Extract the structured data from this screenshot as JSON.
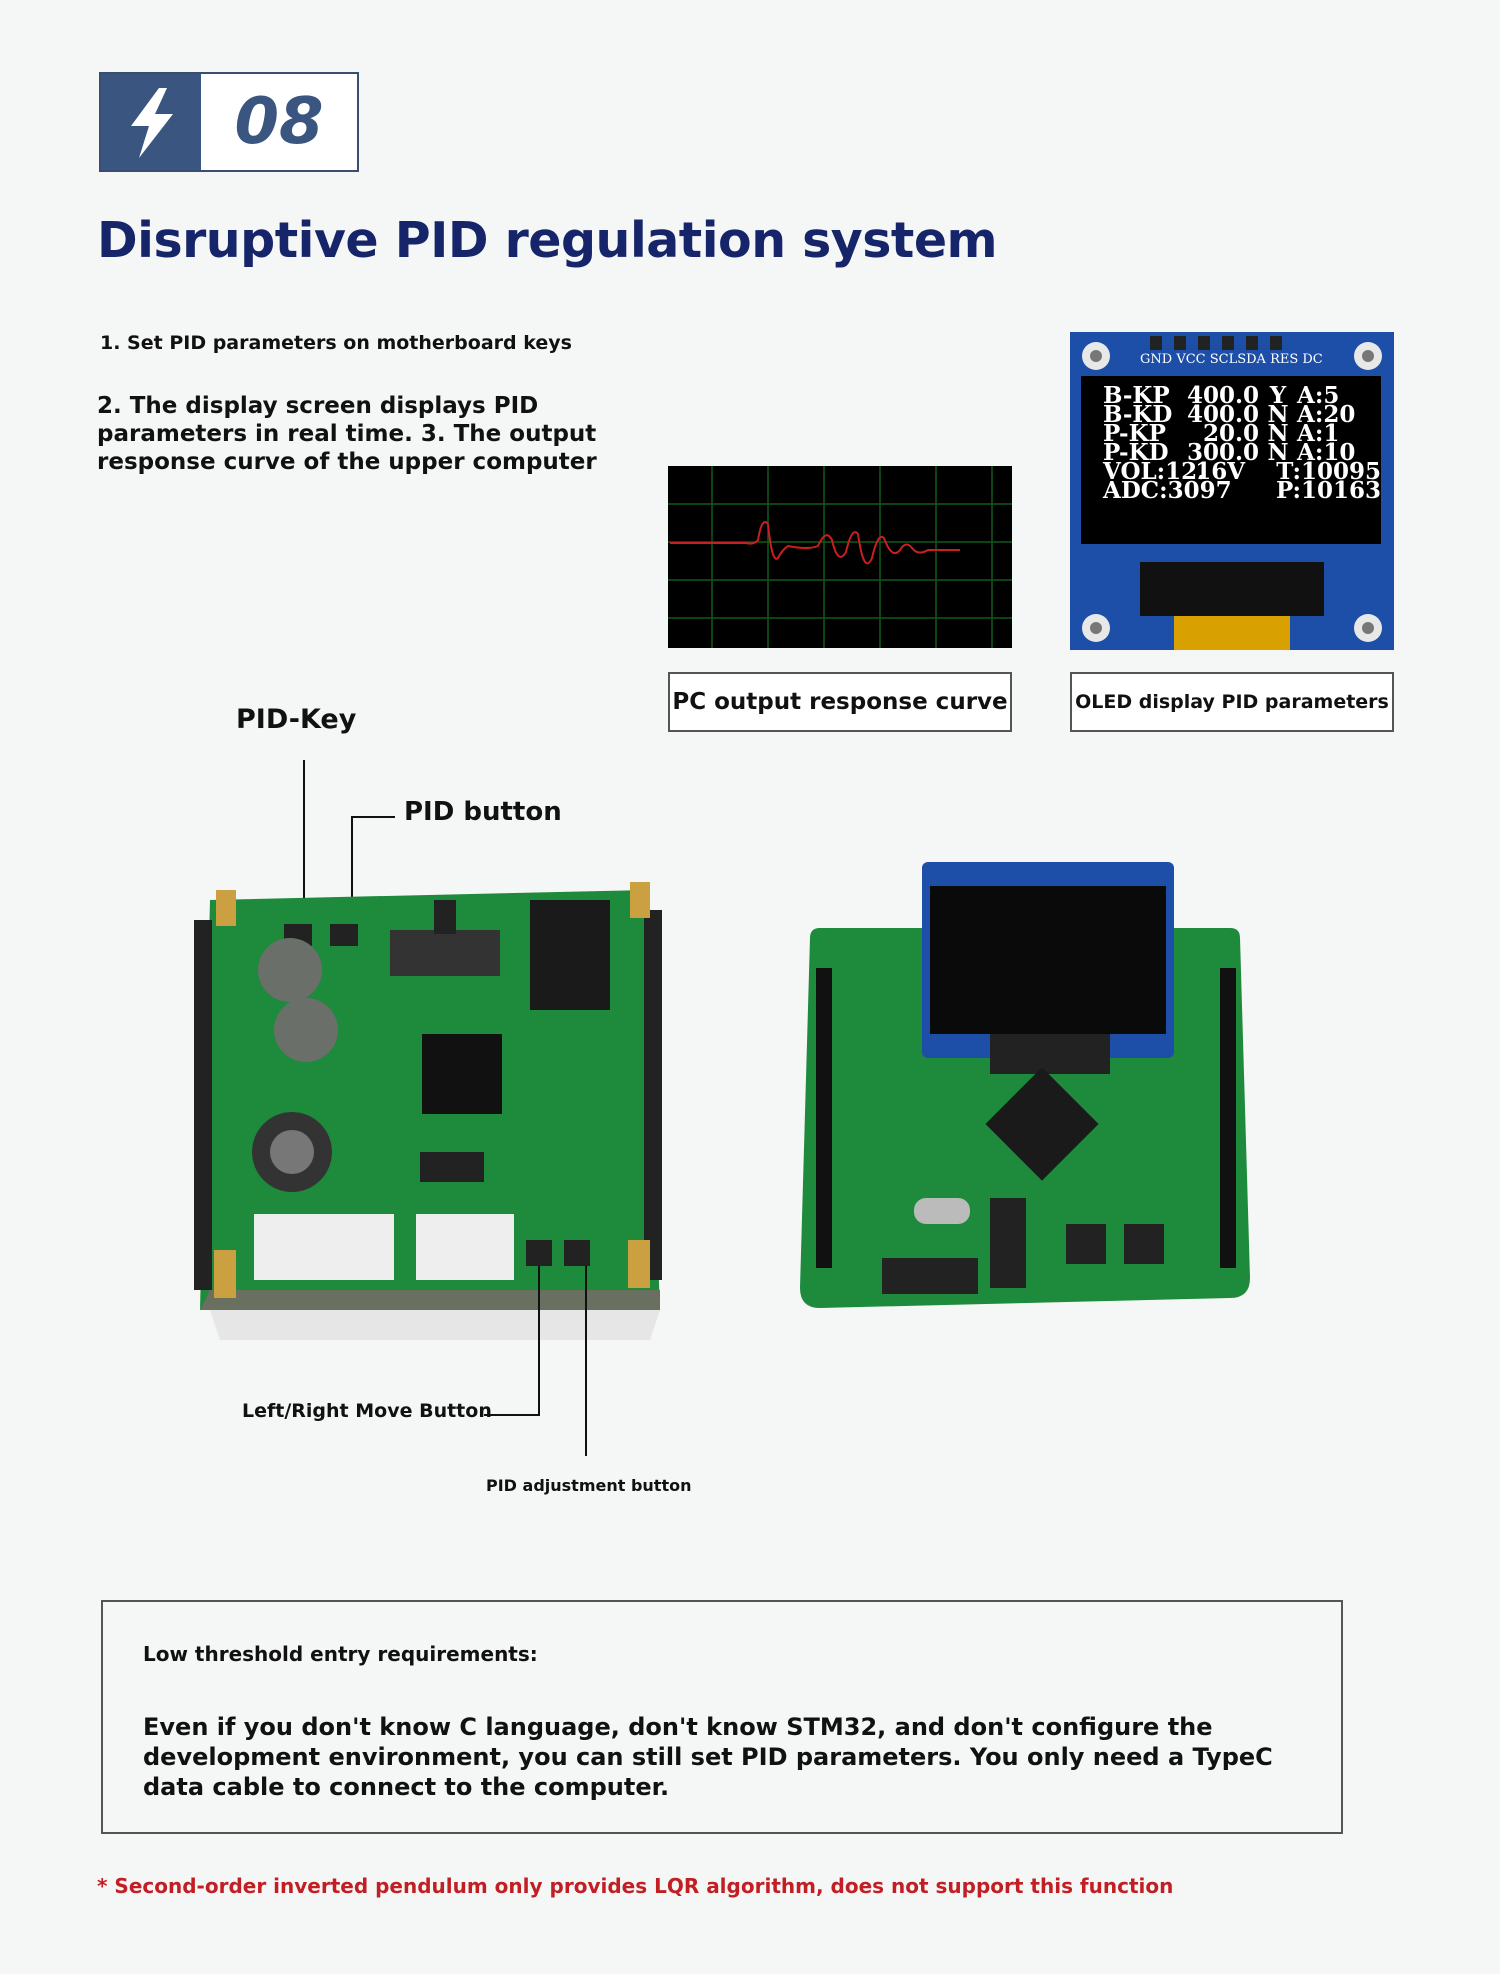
{
  "badge": {
    "number": "08"
  },
  "title": "Disruptive PID regulation system",
  "steps": {
    "one": "1. Set PID parameters on motherboard keys",
    "two_three": "2. The display screen displays PID parameters in real time. 3. The output response curve of the upper computer"
  },
  "captions": {
    "pc_curve": "PC output response curve",
    "oled": "OLED display PID parameters"
  },
  "oled_display": {
    "pins": "GND VCC SCLSDA RES DC",
    "rows": [
      {
        "k": "B-KP",
        "v": "400.0",
        "f": "Y",
        "p": "A:5"
      },
      {
        "k": "B-KD",
        "v": "400.0",
        "f": "N",
        "p": "A:20"
      },
      {
        "k": "P-KP",
        "v": "20.0",
        "f": "N",
        "p": "A:1"
      },
      {
        "k": "P-KD",
        "v": "300.0",
        "f": "N",
        "p": "A:10"
      },
      {
        "k": "VOL:12.",
        "v": "16V",
        "f": "",
        "p": "T:10095"
      },
      {
        "k": "ADC:3097",
        "v": "",
        "f": "",
        "p": "P:10163"
      }
    ]
  },
  "labels": {
    "pid_key": "PID-Key",
    "pid_button": "PID button",
    "left_right": "Left/Right Move Button",
    "pid_adjust": "PID adjustment button"
  },
  "info": {
    "heading": "Low threshold entry requirements:",
    "body": "Even if you don't know C language, don't know STM32, and don't configure the development environment, you can still set PID parameters. You only need a TypeC data cable to connect to the computer."
  },
  "footnote": "* Second-order inverted pendulum only provides LQR algorithm, does not support this function",
  "colors": {
    "title": "#16246a",
    "badge": "#3a5680",
    "footnote": "#c21f24",
    "curve": "#c8201e",
    "grid": "#0e5a1a",
    "pcb": "#1e8a3c",
    "oled_board": "#1e4fa8"
  }
}
